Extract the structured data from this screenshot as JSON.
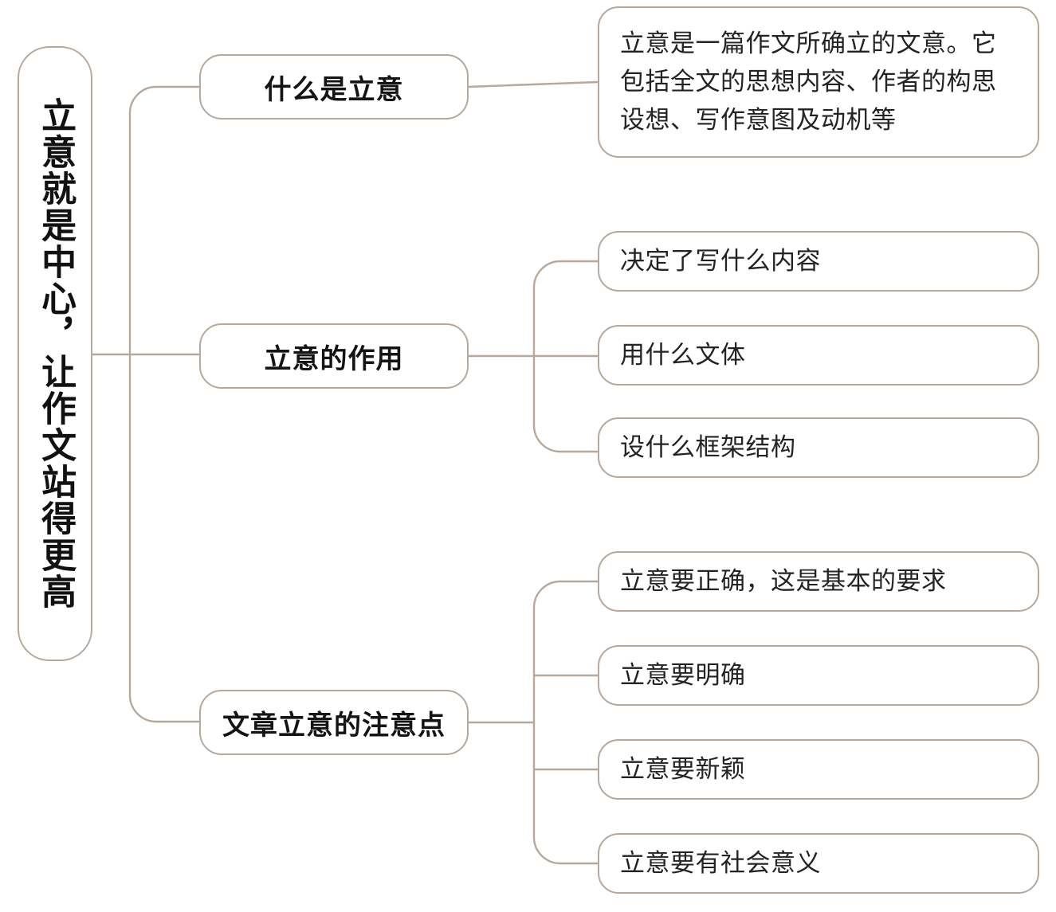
{
  "diagram": {
    "type": "mind-map",
    "orientation": "left-to-right",
    "colors": {
      "node_border": "#b6a89c",
      "connector": "#b6a89c",
      "node_fill": "#ffffff",
      "root_text": "#111111",
      "branch_text": "#141414",
      "leaf_text": "#232323"
    },
    "root": {
      "label": "立意就是中心，让作文站得更高",
      "orientation": "vertical"
    },
    "branches": [
      {
        "label": "什么是立意",
        "leaves": [
          {
            "label": "立意是一篇作文所确立的文意。它包括全文的思想内容、作者的构思设想、写作意图及动机等"
          }
        ]
      },
      {
        "label": "立意的作用",
        "leaves": [
          {
            "label": "决定了写什么内容"
          },
          {
            "label": "用什么文体"
          },
          {
            "label": "设什么框架结构"
          }
        ]
      },
      {
        "label": "文章立意的注意点",
        "leaves": [
          {
            "label": "立意要正确，这是基本的要求"
          },
          {
            "label": "立意要明确"
          },
          {
            "label": "立意要新颖"
          },
          {
            "label": "立意要有社会意义"
          }
        ]
      }
    ]
  }
}
